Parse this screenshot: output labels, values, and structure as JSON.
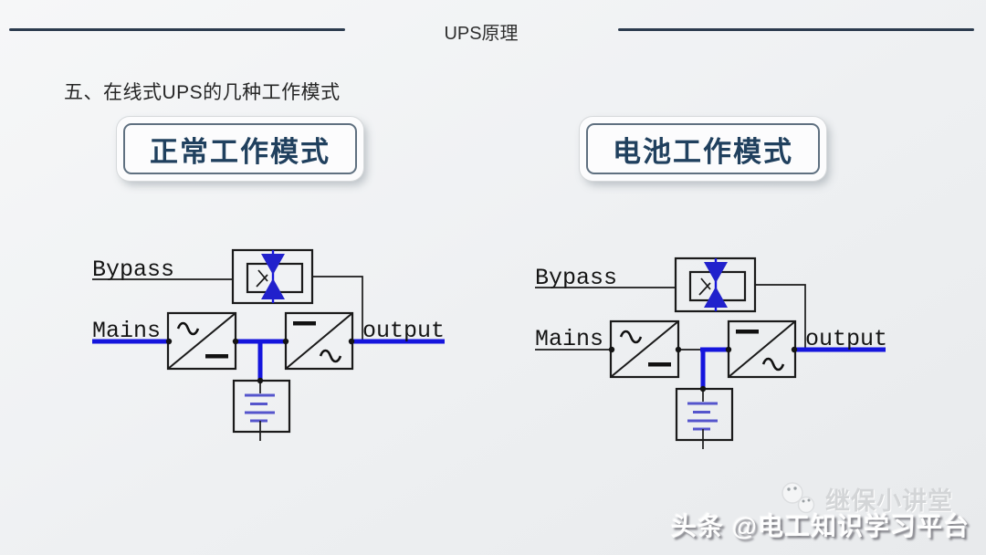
{
  "header": {
    "title": "UPS原理"
  },
  "heading": "五、在线式UPS的几种工作模式",
  "modes": [
    {
      "label": "正常工作模式"
    },
    {
      "label": "电池工作模式"
    }
  ],
  "diagram_labels": {
    "bypass": "Bypass",
    "mains": "Mains",
    "output": "output"
  },
  "footer": {
    "platform": "头条 @电工知识学习平台",
    "watermark": "继保小讲堂"
  },
  "colors": {
    "active_line": "#1515dd",
    "inactive_line": "#1a1a1a",
    "battery_plate": "#5555cc",
    "thyristor_fill": "#2121cc",
    "mode_text": "#20405e",
    "header_rule": "#2c3b4e"
  }
}
